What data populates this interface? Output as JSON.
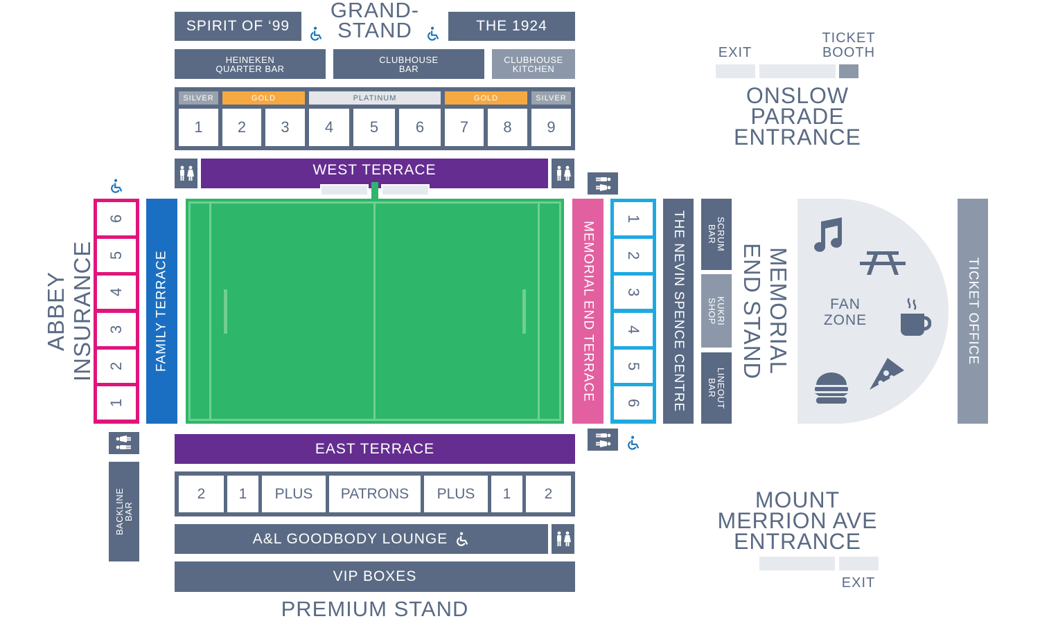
{
  "grandstand": {
    "title": "GRAND-\nSTAND",
    "spirit": "SPIRIT OF ‘99",
    "the1924": "THE 1924",
    "heineken": "HEINEKEN\nQUARTER BAR",
    "clubhouse_bar": "CLUBHOUSE\nBAR",
    "clubhouse_kitchen": "CLUBHOUSE\nKITCHEN",
    "tiers": [
      "SILVER",
      "GOLD",
      "PLATINUM",
      "GOLD",
      "SILVER"
    ],
    "sections": [
      "1",
      "2",
      "3",
      "4",
      "5",
      "6",
      "7",
      "8",
      "9"
    ]
  },
  "west_terrace": "WEST TERRACE",
  "east_terrace": "EAST TERRACE",
  "family_terrace": "FAMILY TERRACE",
  "abbey_stand": {
    "title": "ABBEY INSURANCE\nFAMILY STAND",
    "sections": [
      "6",
      "5",
      "4",
      "3",
      "2",
      "1"
    ]
  },
  "memorial_end_terrace": "MEMORIAL END TERRACE",
  "memorial_sections": [
    "1",
    "2",
    "3",
    "4",
    "5",
    "6"
  ],
  "nevin_spence": "THE NEVIN SPENCE CENTRE",
  "scrum_bar": "SCRUM\nBAR",
  "kukri_shop": "KUKRI\nSHOP",
  "lineout_bar": "LINEOUT\nBAR",
  "memorial_end_stand": "MEMORIAL\nEND STAND",
  "fan_zone": "FAN\nZONE",
  "ticket_office": "TICKET OFFICE",
  "onslow": {
    "exit": "EXIT",
    "ticket_booth": "TICKET\nBOOTH",
    "title": "ONSLOW\nPARADE\nENTRANCE"
  },
  "mount_merrion": {
    "title": "MOUNT\nMERRION AVE\nENTRANCE",
    "exit": "EXIT"
  },
  "premium": {
    "sections": [
      "2",
      "1",
      "PLUS",
      "PATRONS",
      "PLUS",
      "1",
      "2"
    ],
    "lounge": "A&L GOODBODY LOUNGE",
    "vip": "VIP BOXES",
    "title": "PREMIUM STAND"
  },
  "backline_bar": "BACKLINE\nBAR",
  "colors": {
    "slate": "#5a6a84",
    "purple": "#652d90",
    "pitch": "#2eb66b",
    "magenta": "#e0157b",
    "cyan": "#1fa9e1",
    "pink": "#e25fa0",
    "blue": "#1b6fc2",
    "gold": "#f7a941",
    "silver": "#9aa3ad",
    "platinum": "#e3e5e8",
    "accessible": "#1b75bb"
  }
}
